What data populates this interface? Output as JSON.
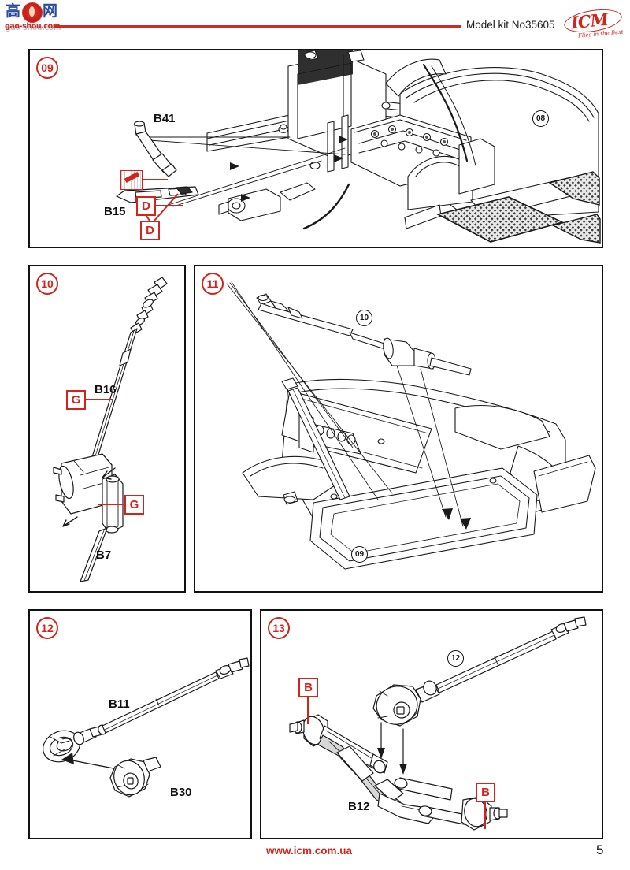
{
  "header": {
    "watermark": {
      "char_left": "高",
      "char_right": "网",
      "url": "gao-shou.com"
    },
    "kit_number": "Model kit No35605",
    "brand": {
      "name": "ICM",
      "tagline": "Flies in the Best"
    }
  },
  "colors": {
    "accent_red": "#d0241c",
    "line_black": "#111111",
    "watermark_blue": "#2a4a9c"
  },
  "steps": [
    {
      "id": "09",
      "number": "09",
      "parts": [
        "B41",
        "B15"
      ],
      "letter_markers": [
        "D",
        "D"
      ],
      "references": [
        "08"
      ],
      "icons": [
        "scrape-icon"
      ]
    },
    {
      "id": "10",
      "number": "10",
      "parts": [
        "B16",
        "B7"
      ],
      "letter_markers": [
        "G",
        "G"
      ],
      "references": [],
      "icons": []
    },
    {
      "id": "11",
      "number": "11",
      "parts": [],
      "letter_markers": [],
      "references": [
        "10",
        "09"
      ],
      "icons": []
    },
    {
      "id": "12",
      "number": "12",
      "parts": [
        "B11",
        "B30"
      ],
      "letter_markers": [],
      "references": [],
      "icons": []
    },
    {
      "id": "13",
      "number": "13",
      "parts": [
        "B12"
      ],
      "letter_markers": [
        "B",
        "B"
      ],
      "references": [
        "12"
      ],
      "icons": []
    }
  ],
  "labels": {
    "step09_badge": "09",
    "step10_badge": "10",
    "step11_badge": "11",
    "step12_badge": "12",
    "step13_badge": "13",
    "part_b41": "B41",
    "part_b15": "B15",
    "part_b16": "B16",
    "part_b7": "B7",
    "part_b11": "B11",
    "part_b30": "B30",
    "part_b12": "B12",
    "marker_d1": "D",
    "marker_d2": "D",
    "marker_g1": "G",
    "marker_g2": "G",
    "marker_b1": "B",
    "marker_b2": "B",
    "ref_08": "08",
    "ref_10": "10",
    "ref_09": "09",
    "ref_12": "12"
  },
  "footer": {
    "url": "www.icm.com.ua",
    "page_number": "5"
  }
}
